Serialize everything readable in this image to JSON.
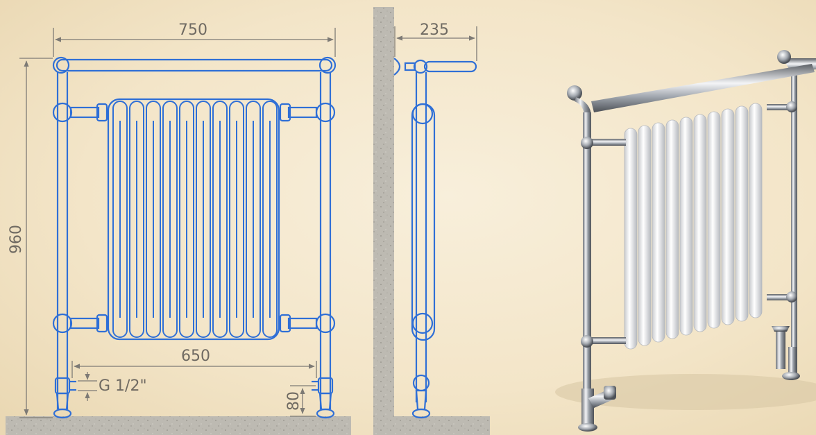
{
  "dimensions": {
    "overall_width": "750",
    "depth": "235",
    "overall_height": "960",
    "pipe_centres": "650",
    "connection": "G 1/2\"",
    "valve_height": "80"
  },
  "colors": {
    "background": "#f4e8cf",
    "drawing_line": "#2f6fd6",
    "dimension_line": "#7d7a75",
    "concrete": "#b9b6ae",
    "chrome": "#c9ccd2",
    "radiator_white": "#f2f2f2"
  },
  "icons": {
    "wall": "concrete-wall-section",
    "floor": "concrete-floor-section",
    "product": "towel-radiator-render"
  }
}
